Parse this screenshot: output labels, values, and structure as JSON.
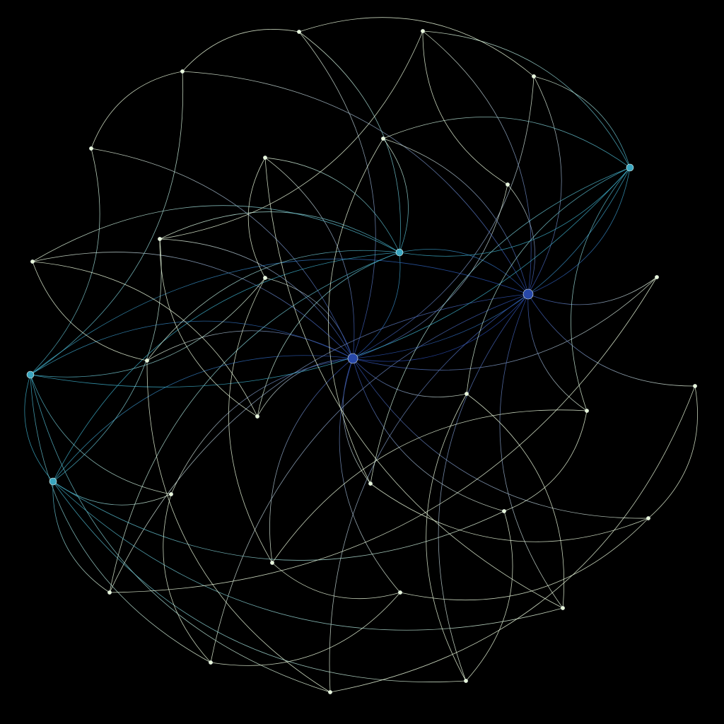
{
  "graph": {
    "background": "#000000",
    "palette": {
      "light": "#e6f5d8",
      "mid": "#7ecdc3",
      "teal": "#3aa6c0",
      "blue": "#2747a8"
    },
    "nodes": [
      {
        "id": "n0",
        "degree": "hub-high"
      },
      {
        "id": "n1",
        "degree": "hub-high"
      },
      {
        "id": "n2",
        "degree": "hub-mid"
      },
      {
        "id": "n3",
        "degree": "hub-mid"
      },
      {
        "id": "n4",
        "degree": "hub-mid"
      },
      {
        "id": "n5",
        "degree": "hub-mid"
      },
      {
        "id": "n6",
        "degree": "low"
      },
      {
        "id": "n7",
        "degree": "low"
      },
      {
        "id": "n8",
        "degree": "low"
      },
      {
        "id": "n9",
        "degree": "low"
      },
      {
        "id": "n10",
        "degree": "low"
      },
      {
        "id": "n11",
        "degree": "low"
      },
      {
        "id": "n12",
        "degree": "low"
      },
      {
        "id": "n13",
        "degree": "low"
      },
      {
        "id": "n14",
        "degree": "low"
      },
      {
        "id": "n15",
        "degree": "low"
      },
      {
        "id": "n16",
        "degree": "low"
      },
      {
        "id": "n17",
        "degree": "low"
      },
      {
        "id": "n18",
        "degree": "low"
      },
      {
        "id": "n19",
        "degree": "low"
      },
      {
        "id": "n20",
        "degree": "low"
      },
      {
        "id": "n21",
        "degree": "low"
      },
      {
        "id": "n22",
        "degree": "low"
      },
      {
        "id": "n23",
        "degree": "low"
      },
      {
        "id": "n24",
        "degree": "low"
      },
      {
        "id": "n25",
        "degree": "low"
      },
      {
        "id": "n26",
        "degree": "low"
      },
      {
        "id": "n27",
        "degree": "low"
      },
      {
        "id": "n28",
        "degree": "low"
      },
      {
        "id": "n29",
        "degree": "low"
      },
      {
        "id": "n30",
        "degree": "low"
      },
      {
        "id": "n31",
        "degree": "low"
      },
      {
        "id": "n32",
        "degree": "low"
      },
      {
        "id": "n33",
        "degree": "low"
      }
    ],
    "edges": [
      [
        "n0",
        "n1"
      ],
      [
        "n0",
        "n2"
      ],
      [
        "n0",
        "n3"
      ],
      [
        "n0",
        "n4"
      ],
      [
        "n0",
        "n5"
      ],
      [
        "n0",
        "n6"
      ],
      [
        "n0",
        "n7"
      ],
      [
        "n0",
        "n9"
      ],
      [
        "n0",
        "n10"
      ],
      [
        "n0",
        "n11"
      ],
      [
        "n0",
        "n14"
      ],
      [
        "n0",
        "n15"
      ],
      [
        "n0",
        "n16"
      ],
      [
        "n0",
        "n17"
      ],
      [
        "n0",
        "n19"
      ],
      [
        "n0",
        "n20"
      ],
      [
        "n0",
        "n21"
      ],
      [
        "n0",
        "n24"
      ],
      [
        "n0",
        "n26"
      ],
      [
        "n0",
        "n28"
      ],
      [
        "n0",
        "n30"
      ],
      [
        "n0",
        "n31"
      ],
      [
        "n0",
        "n32"
      ],
      [
        "n1",
        "n2"
      ],
      [
        "n1",
        "n3"
      ],
      [
        "n1",
        "n5"
      ],
      [
        "n1",
        "n8"
      ],
      [
        "n1",
        "n10"
      ],
      [
        "n1",
        "n12"
      ],
      [
        "n1",
        "n13"
      ],
      [
        "n1",
        "n15"
      ],
      [
        "n1",
        "n18"
      ],
      [
        "n1",
        "n19"
      ],
      [
        "n1",
        "n22"
      ],
      [
        "n1",
        "n23"
      ],
      [
        "n1",
        "n25"
      ],
      [
        "n1",
        "n27"
      ],
      [
        "n1",
        "n29"
      ],
      [
        "n1",
        "n33"
      ],
      [
        "n2",
        "n4"
      ],
      [
        "n2",
        "n5"
      ],
      [
        "n2",
        "n6"
      ],
      [
        "n2",
        "n7"
      ],
      [
        "n2",
        "n9"
      ],
      [
        "n2",
        "n11"
      ],
      [
        "n2",
        "n13"
      ],
      [
        "n2",
        "n16"
      ],
      [
        "n2",
        "n18"
      ],
      [
        "n2",
        "n20"
      ],
      [
        "n3",
        "n4"
      ],
      [
        "n3",
        "n5"
      ],
      [
        "n3",
        "n12"
      ],
      [
        "n3",
        "n14"
      ],
      [
        "n3",
        "n17"
      ],
      [
        "n3",
        "n21"
      ],
      [
        "n3",
        "n23"
      ],
      [
        "n3",
        "n25"
      ],
      [
        "n4",
        "n6"
      ],
      [
        "n4",
        "n13"
      ],
      [
        "n4",
        "n17"
      ],
      [
        "n4",
        "n22"
      ],
      [
        "n4",
        "n27"
      ],
      [
        "n4",
        "n28"
      ],
      [
        "n5",
        "n8"
      ],
      [
        "n5",
        "n10"
      ],
      [
        "n5",
        "n18"
      ],
      [
        "n5",
        "n24"
      ],
      [
        "n5",
        "n26"
      ],
      [
        "n5",
        "n29"
      ],
      [
        "n6",
        "n7"
      ],
      [
        "n6",
        "n8"
      ],
      [
        "n7",
        "n9"
      ],
      [
        "n8",
        "n19"
      ],
      [
        "n9",
        "n20"
      ],
      [
        "n10",
        "n11"
      ],
      [
        "n11",
        "n12"
      ],
      [
        "n12",
        "n14"
      ],
      [
        "n13",
        "n15"
      ],
      [
        "n16",
        "n21"
      ],
      [
        "n16",
        "n22"
      ],
      [
        "n17",
        "n23"
      ],
      [
        "n18",
        "n24"
      ],
      [
        "n20",
        "n25"
      ],
      [
        "n21",
        "n30"
      ],
      [
        "n22",
        "n26"
      ],
      [
        "n23",
        "n31"
      ],
      [
        "n24",
        "n32"
      ],
      [
        "n25",
        "n33"
      ],
      [
        "n26",
        "n27"
      ],
      [
        "n27",
        "n28"
      ],
      [
        "n28",
        "n29"
      ],
      [
        "n29",
        "n30"
      ],
      [
        "n30",
        "n31"
      ],
      [
        "n31",
        "n32"
      ],
      [
        "n32",
        "n33"
      ]
    ]
  }
}
